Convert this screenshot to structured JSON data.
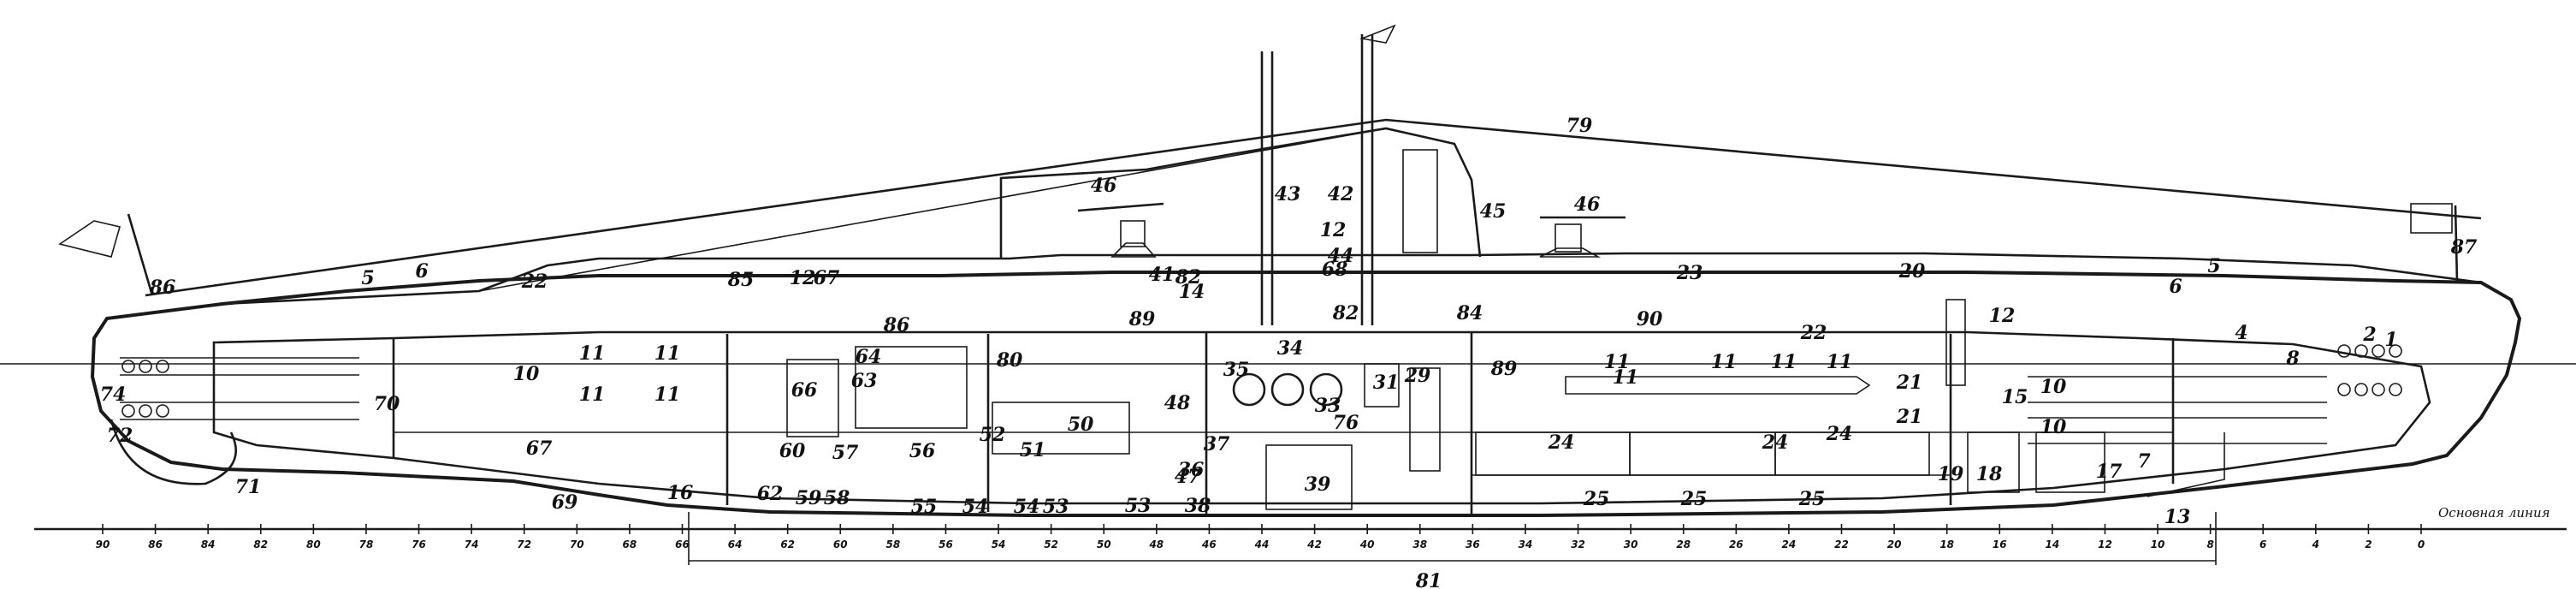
{
  "diagram": {
    "baseline_label": "Основная линия",
    "callouts": [
      "1",
      "2",
      "4",
      "5",
      "5",
      "6",
      "6",
      "7",
      "8",
      "10",
      "10",
      "10",
      "11",
      "11",
      "11",
      "11",
      "11",
      "11",
      "11",
      "11",
      "11",
      "12",
      "12",
      "12",
      "13",
      "14",
      "15",
      "16",
      "17",
      "18",
      "19",
      "20",
      "21",
      "21",
      "22",
      "22",
      "23",
      "24",
      "24",
      "24",
      "25",
      "25",
      "25",
      "29",
      "31",
      "33",
      "34",
      "35",
      "36",
      "37",
      "38",
      "39",
      "41",
      "42",
      "43",
      "44",
      "45",
      "46",
      "46",
      "47",
      "48",
      "50",
      "51",
      "52",
      "53",
      "53",
      "54",
      "54",
      "55",
      "56",
      "57",
      "58",
      "59",
      "60",
      "62",
      "63",
      "64",
      "66",
      "67",
      "67",
      "68",
      "69",
      "70",
      "71",
      "72",
      "74",
      "76",
      "79",
      "80",
      "81",
      "82",
      "82",
      "84",
      "85",
      "86",
      "86",
      "87",
      "89",
      "89",
      "90"
    ],
    "scale_labels": [
      "90",
      "86",
      "84",
      "82",
      "80",
      "78",
      "76",
      "74",
      "72",
      "70",
      "68",
      "66",
      "64",
      "62",
      "60",
      "58",
      "56",
      "54",
      "52",
      "50",
      "48",
      "46",
      "44",
      "42",
      "40",
      "38",
      "36",
      "34",
      "32",
      "30",
      "28",
      "26",
      "24",
      "22",
      "20",
      "18",
      "16",
      "14",
      "12",
      "10",
      "8",
      "6",
      "4",
      "2",
      "0"
    ]
  },
  "colors": {
    "ink": "#1a1a1a",
    "paper": "#ffffff",
    "water": "#555555"
  }
}
